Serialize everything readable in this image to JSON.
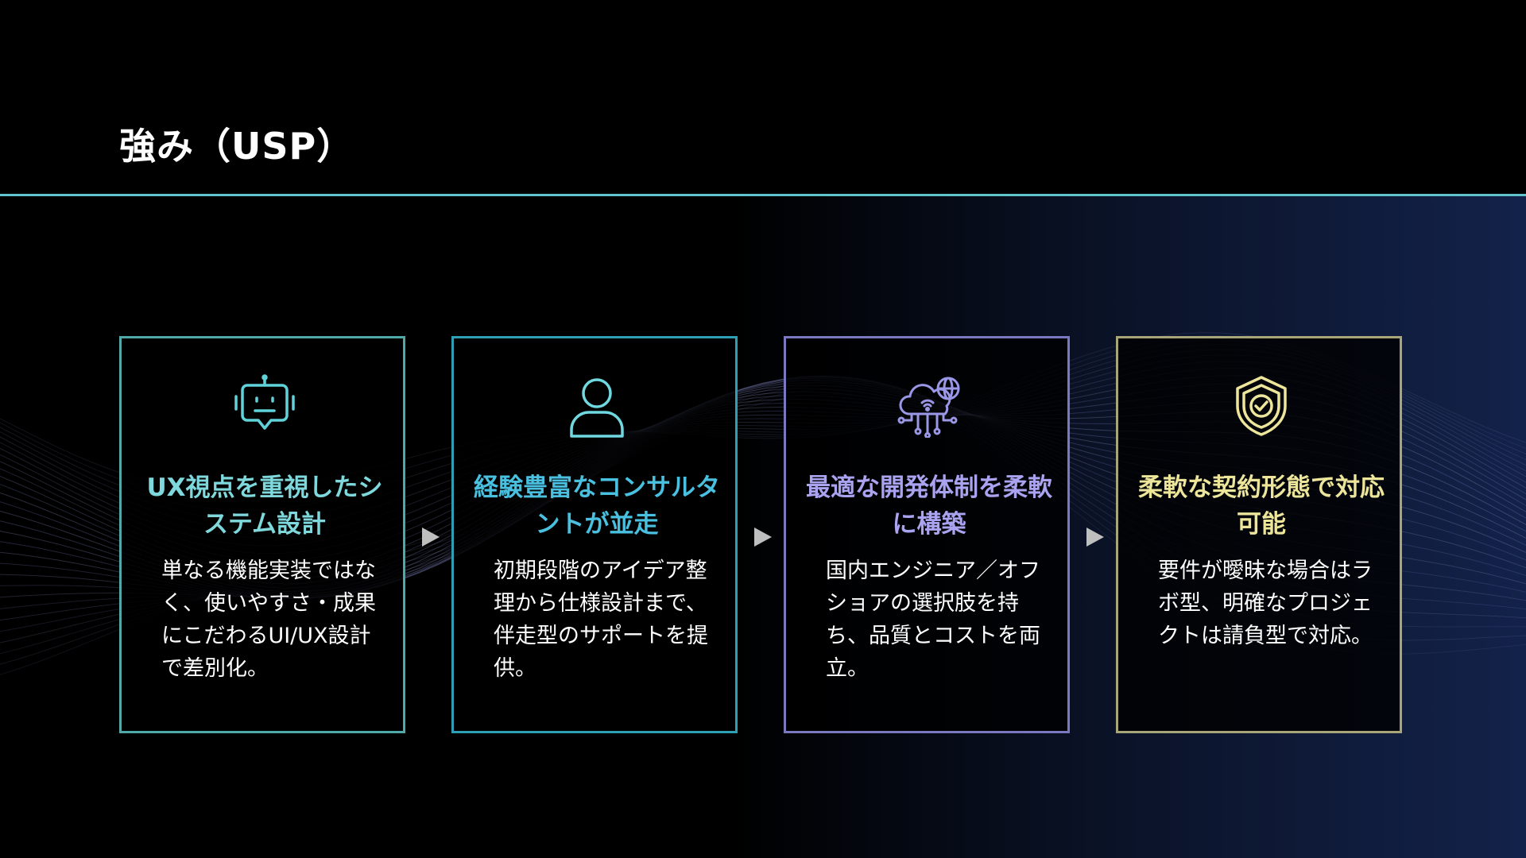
{
  "header": {
    "title": "強み（USP）"
  },
  "colors": {
    "divider": "#5fc4cc",
    "card1": "#4fa9a9",
    "card2": "#2f9fb5",
    "card3": "#7a79bf",
    "card4": "#a8a678",
    "title1": "#7ed8dc",
    "title2": "#49c0e0",
    "title3": "#a9a3f0",
    "title4": "#ece59a"
  },
  "cards": [
    {
      "icon": "robot-icon",
      "title": "UX視点を重視したシステム設計",
      "text": "単なる機能実装ではなく、使いやすさ・成果にこだわるUI/UX設計で差別化。"
    },
    {
      "icon": "user-icon",
      "title": "経験豊富なコンサルタントが並走",
      "text": "初期段階のアイデア整理から仕様設計まで、伴走型のサポートを提供。"
    },
    {
      "icon": "cloud-network-icon",
      "title": "最適な開発体制を柔軟に構築",
      "text": "国内エンジニア／オフショアの選択肢を持ち、品質とコストを両立。"
    },
    {
      "icon": "shield-check-icon",
      "title": "柔軟な契約形態で対応可能",
      "text": "要件が曖昧な場合はラボ型、明確なプロジェクトは請負型で対応。"
    }
  ]
}
